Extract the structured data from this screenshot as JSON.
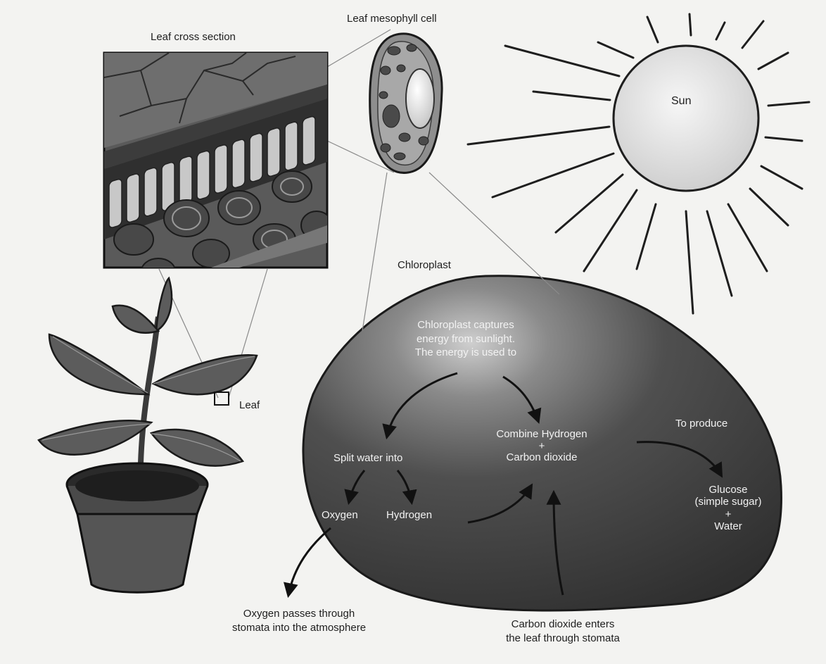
{
  "labels": {
    "cross_section": "Leaf cross section",
    "mesophyll_cell": "Leaf mesophyll cell",
    "sun": "Sun",
    "chloroplast": "Chloroplast",
    "leaf": "Leaf",
    "captures": "Chloroplast captures\nenergy from sunlight.\nThe energy is used to",
    "split_water": "Split water into",
    "oxygen": "Oxygen",
    "hydrogen": "Hydrogen",
    "combine": "Combine Hydrogen\n+\nCarbon dioxide",
    "to_produce": "To produce",
    "glucose": "Glucose\n(simple sugar)\n+\nWater",
    "oxygen_passes": "Oxygen passes through\nstomata into the atmosphere",
    "co2_enters": "Carbon dioxide enters\nthe leaf through stomata"
  },
  "colors": {
    "background": "#f3f3f1",
    "ink": "#1e1e1e",
    "chloroplast_fill": "#3f3f3f",
    "chloroplast_glow": "#d0d0d0",
    "sun_fill": "#e2e2e2",
    "leaf_fill": "#5c5c5c",
    "pot_fill": "#4a4a4a"
  }
}
